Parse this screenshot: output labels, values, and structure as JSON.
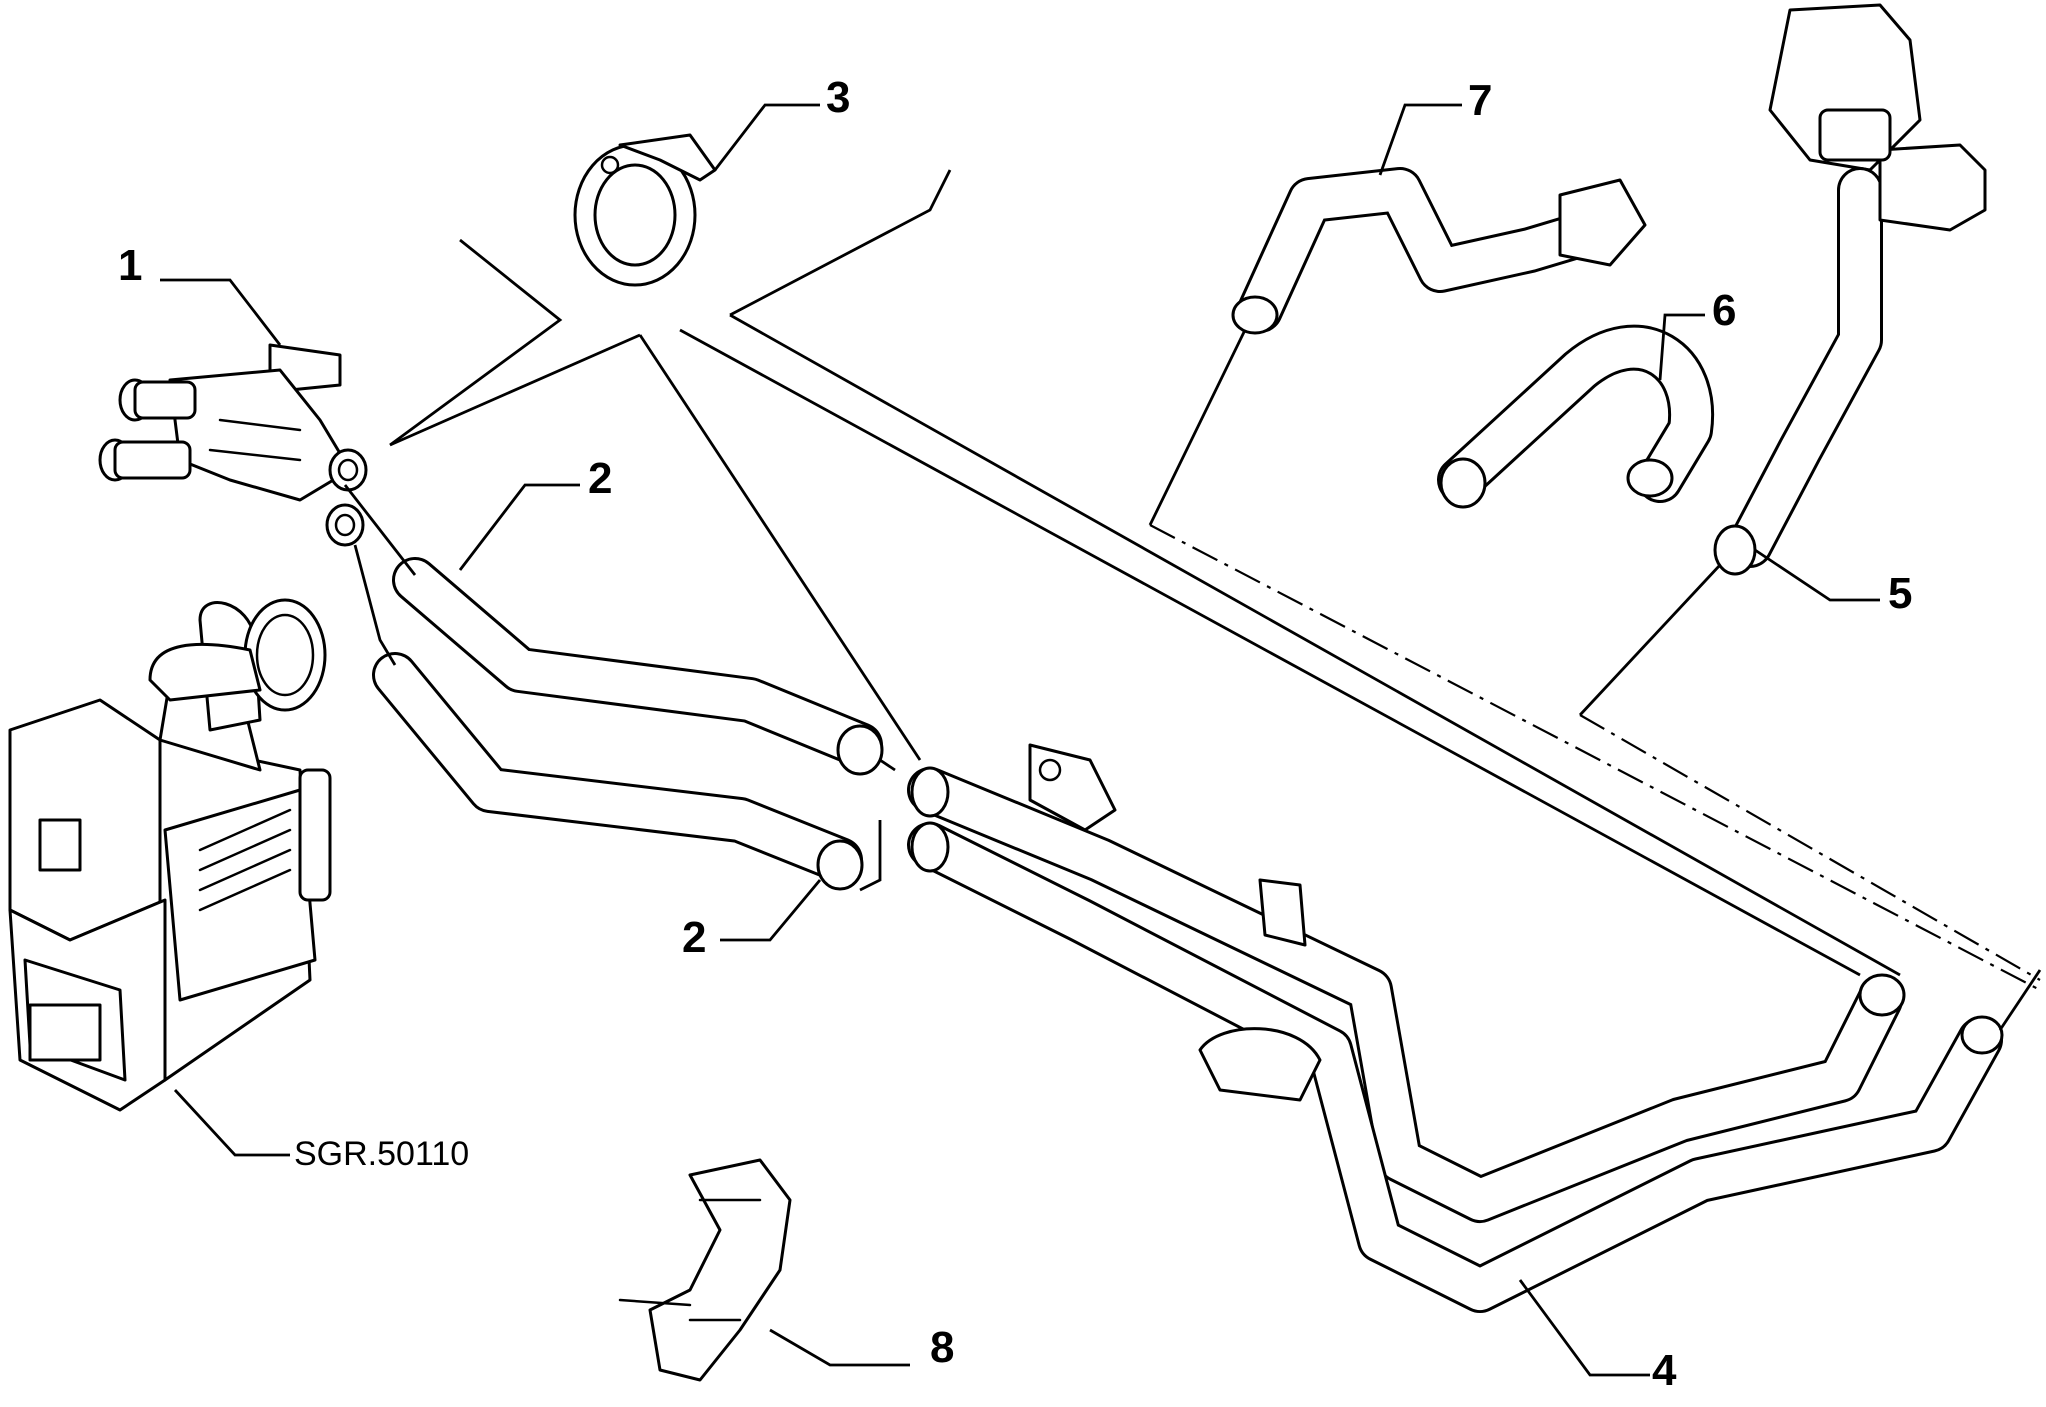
{
  "diagram": {
    "callouts": [
      {
        "id": "1",
        "label": "1"
      },
      {
        "id": "2a",
        "label": "2"
      },
      {
        "id": "2b",
        "label": "2"
      },
      {
        "id": "3",
        "label": "3"
      },
      {
        "id": "4",
        "label": "4"
      },
      {
        "id": "5",
        "label": "5"
      },
      {
        "id": "6",
        "label": "6"
      },
      {
        "id": "7",
        "label": "7"
      },
      {
        "id": "8",
        "label": "8"
      }
    ],
    "reference": "SGR.50110"
  },
  "colors": {
    "line": "#000000",
    "background": "#ffffff"
  }
}
